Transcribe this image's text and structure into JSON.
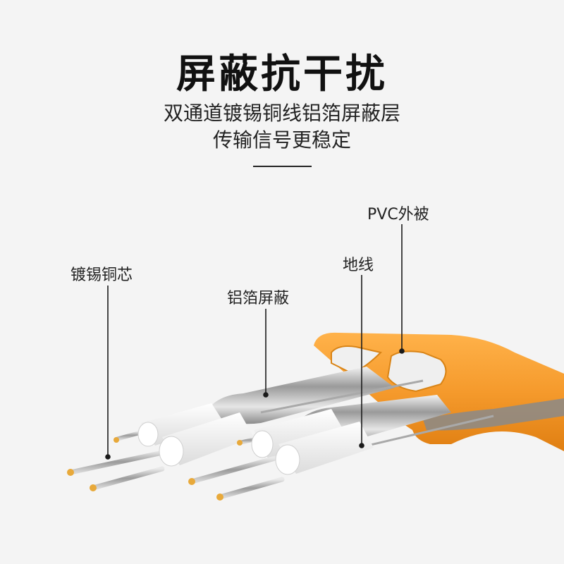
{
  "header": {
    "title": "屏蔽抗干扰",
    "subtitle_line1": "双通道镀锡铜线铝箔屏蔽层",
    "subtitle_line2": "传输信号更稳定"
  },
  "callouts": {
    "core": "镀锡铜芯",
    "shield": "铝箔屏蔽",
    "ground": "地线",
    "jacket": "PVC外被"
  },
  "colors": {
    "background": "#f4f4f4",
    "jacket_orange": "#f59a2c",
    "insulation_white": "#f7f7f7",
    "foil_silver": "#c9c9c9",
    "copper_tip": "#e8a93a",
    "leader_line": "#1a1a1a"
  }
}
